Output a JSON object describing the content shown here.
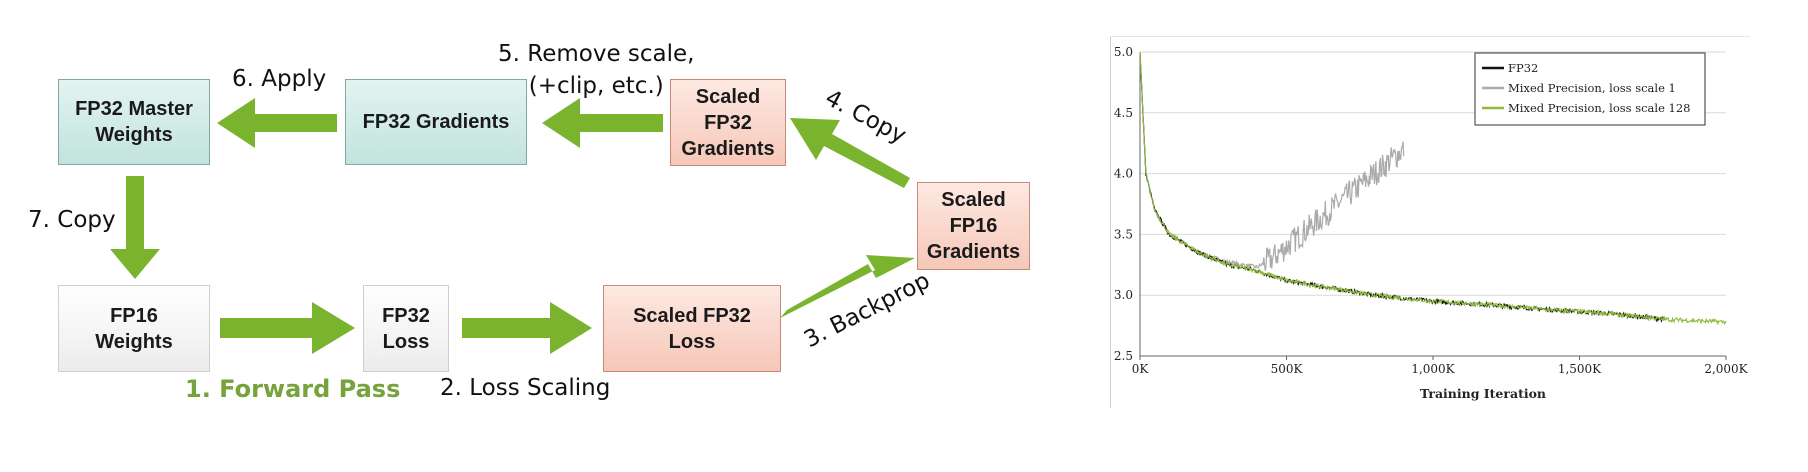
{
  "diagram": {
    "boxes": {
      "master_weights": "FP32 Master\nWeights",
      "fp32_gradients": "FP32 Gradients",
      "scaled_fp32_gradients": "Scaled\nFP32\nGradients",
      "scaled_fp16_gradients": "Scaled\nFP16\nGradients",
      "fp16_weights": "FP16\nWeights",
      "fp32_loss": "FP32\nLoss",
      "scaled_fp32_loss": "Scaled FP32\nLoss"
    },
    "steps": {
      "forward": "1. Forward Pass",
      "loss_scaling": "2. Loss Scaling",
      "backprop": "3. Backprop",
      "copy4": "4. Copy",
      "remove_scale": "5. Remove scale,\n(+clip, etc.)",
      "apply": "6. Apply",
      "copy7": "7. Copy"
    },
    "colors": {
      "arrow": "#7ab32e",
      "teal": "#cde9e4",
      "pink": "#f9d4c7",
      "label_green": "#76a33b"
    }
  },
  "chart_data": {
    "type": "line",
    "xlabel": "Training Iteration",
    "ylabel": "",
    "xlim": [
      0,
      2000000
    ],
    "ylim": [
      2.5,
      5.0
    ],
    "x_ticks": [
      "0K",
      "500K",
      "1,000K",
      "1,500K",
      "2,000K"
    ],
    "y_ticks": [
      "2.5",
      "3.0",
      "3.5",
      "4.0",
      "4.5",
      "5.0"
    ],
    "grid": "horizontal",
    "legend_position": "top-right",
    "series": [
      {
        "name": "FP32",
        "color": "#111111",
        "x": [
          0,
          20000,
          50000,
          100000,
          200000,
          300000,
          400000,
          500000,
          600000,
          800000,
          1000000,
          1200000,
          1400000,
          1600000,
          1800000
        ],
        "y": [
          5.0,
          4.0,
          3.7,
          3.5,
          3.35,
          3.25,
          3.2,
          3.12,
          3.08,
          3.0,
          2.95,
          2.92,
          2.88,
          2.85,
          2.8
        ]
      },
      {
        "name": "Mixed Precision, loss scale 1",
        "color": "#aaaaaa",
        "x": [
          0,
          20000,
          50000,
          100000,
          200000,
          300000,
          400000,
          450000,
          500000,
          550000,
          600000,
          650000,
          700000,
          750000,
          800000,
          850000,
          900000
        ],
        "y": [
          5.0,
          4.0,
          3.7,
          3.5,
          3.35,
          3.27,
          3.23,
          3.3,
          3.4,
          3.5,
          3.6,
          3.7,
          3.8,
          3.9,
          4.0,
          4.1,
          4.2
        ]
      },
      {
        "name": "Mixed Precision, loss scale 128",
        "color": "#8dbb3c",
        "x": [
          0,
          20000,
          50000,
          100000,
          200000,
          300000,
          400000,
          500000,
          600000,
          800000,
          1000000,
          1200000,
          1400000,
          1600000,
          1800000,
          2000000
        ],
        "y": [
          5.0,
          4.0,
          3.7,
          3.5,
          3.35,
          3.25,
          3.2,
          3.12,
          3.08,
          3.0,
          2.95,
          2.92,
          2.88,
          2.85,
          2.8,
          2.78
        ]
      }
    ]
  }
}
